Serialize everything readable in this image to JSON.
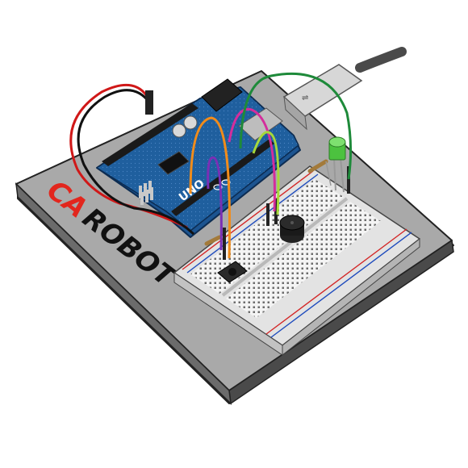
{
  "brand": {
    "logo_accent": "CA",
    "logo_main": "ROBOT",
    "accent_color": "#e2261d",
    "main_color": "#111111"
  },
  "board": {
    "name": "UNO",
    "color": "#1f5f9e"
  },
  "wires": [
    {
      "name": "orange-wire",
      "color": "#f28c1a"
    },
    {
      "name": "purple-wire",
      "color": "#7a2fb5"
    },
    {
      "name": "magenta-wire",
      "color": "#d42d9c"
    },
    {
      "name": "lime-wire",
      "color": "#a6d83a"
    },
    {
      "name": "green-wire",
      "color": "#1e8a3a"
    },
    {
      "name": "red-power-wire",
      "color": "#d01818"
    },
    {
      "name": "black-power-wire",
      "color": "#111111"
    }
  ],
  "components": [
    "pushbutton",
    "buzzer",
    "green-led",
    "resistor"
  ]
}
